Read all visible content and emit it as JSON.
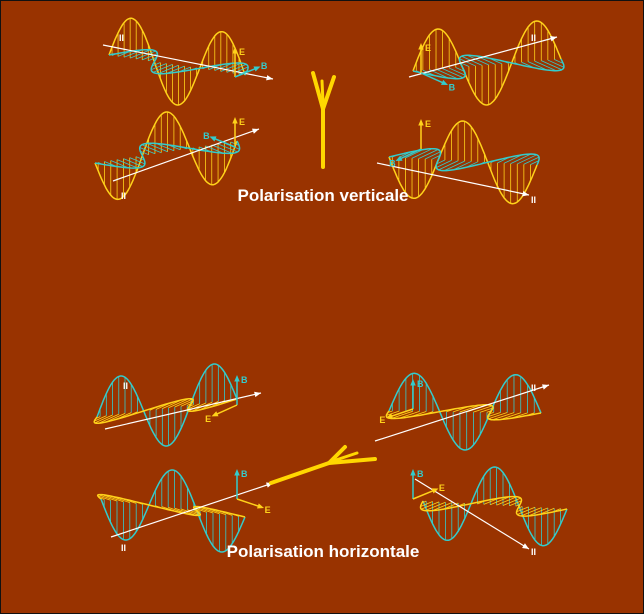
{
  "background_color": "#993300",
  "e_field_color": "#ffd21a",
  "b_field_color": "#33cccc",
  "axis_color": "#ffffff",
  "antenna_color": "#ffd700",
  "vertical": {
    "caption": "Polarisation verticale",
    "antenna_icon": "y-antenna-vertical-icon",
    "labels": {
      "e": "E",
      "b": "B",
      "direction": "II"
    }
  },
  "horizontal": {
    "caption": "Polarisation horizontale",
    "antenna_icon": "y-antenna-horizontal-icon",
    "labels": {
      "e": "E",
      "b": "B",
      "direction": "II"
    }
  }
}
